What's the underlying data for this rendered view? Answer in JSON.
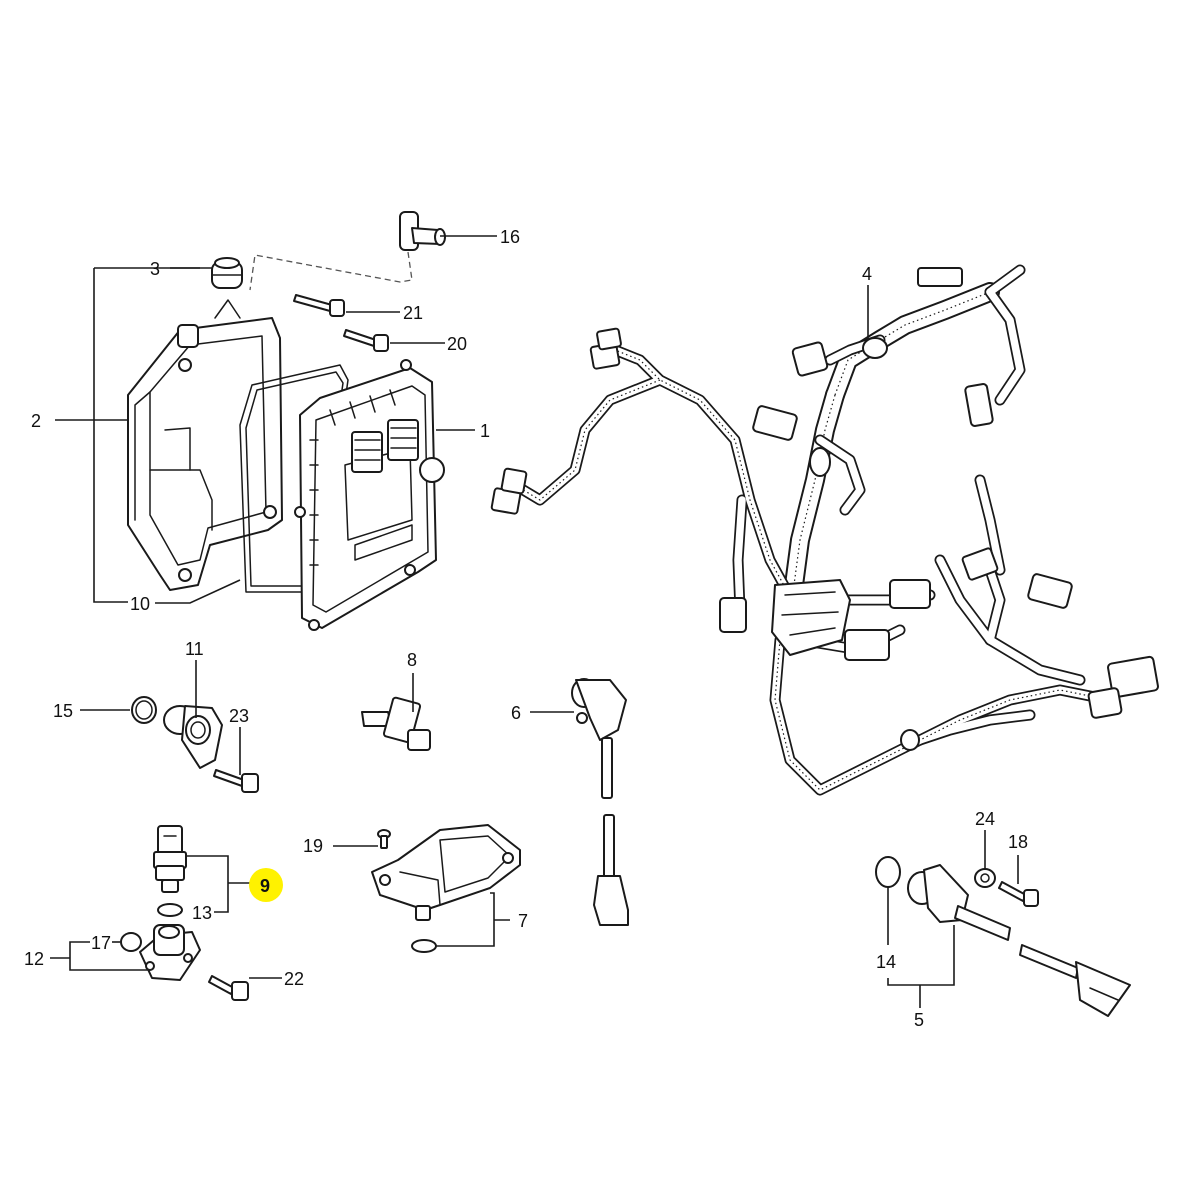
{
  "highlight_color": "#fff200",
  "line_color": "#1a1a1a",
  "callouts": {
    "c1": "1",
    "c2": "2",
    "c3": "3",
    "c4": "4",
    "c5": "5",
    "c6": "6",
    "c7": "7",
    "c8": "8",
    "c9": "9",
    "c10": "10",
    "c11": "11",
    "c12": "12",
    "c13": "13",
    "c14": "14",
    "c15": "15",
    "c16": "16",
    "c17": "17",
    "c18": "18",
    "c19": "19",
    "c20": "20",
    "c21": "21",
    "c22": "22",
    "c23": "23",
    "c24": "24"
  },
  "highlighted_callout": "9"
}
